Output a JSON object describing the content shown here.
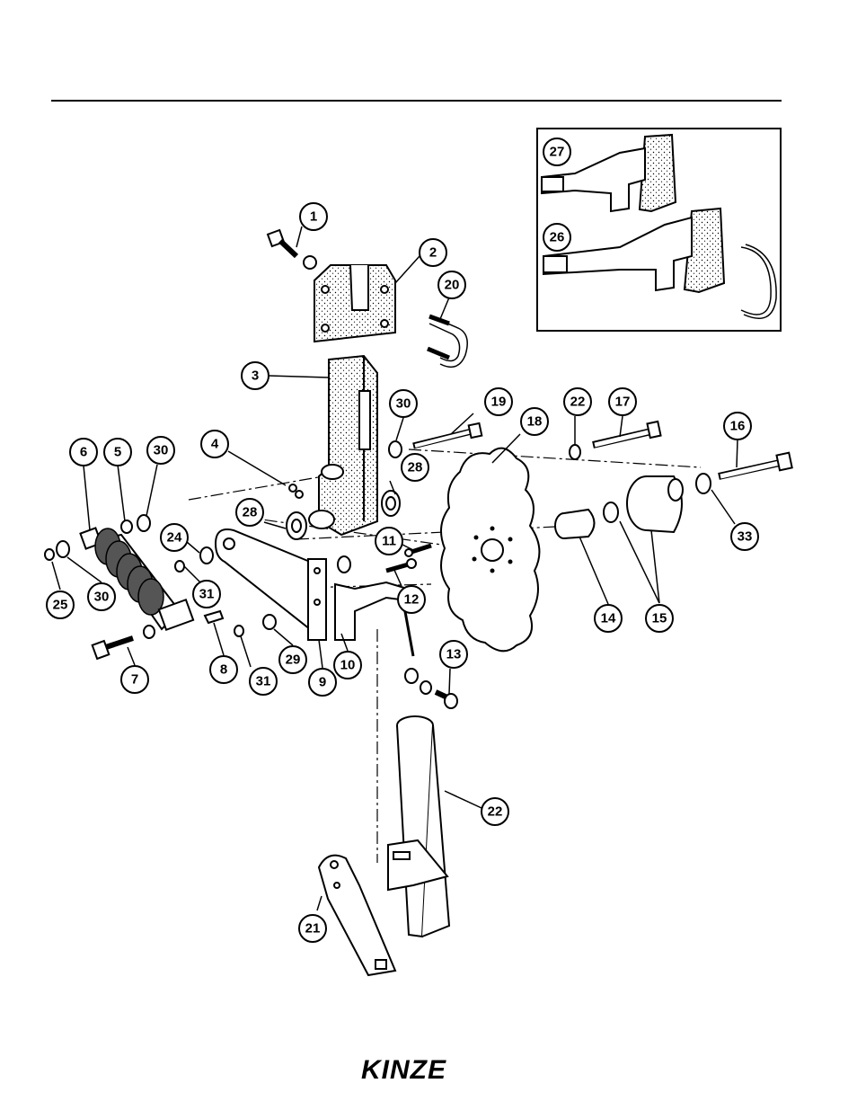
{
  "callouts": [
    {
      "id": "callout-1",
      "label": "1"
    },
    {
      "id": "callout-2",
      "label": "2"
    },
    {
      "id": "callout-3",
      "label": "3"
    },
    {
      "id": "callout-4",
      "label": "4"
    },
    {
      "id": "callout-5",
      "label": "5"
    },
    {
      "id": "callout-6",
      "label": "6"
    },
    {
      "id": "callout-7",
      "label": "7"
    },
    {
      "id": "callout-8",
      "label": "8"
    },
    {
      "id": "callout-9",
      "label": "9"
    },
    {
      "id": "callout-10",
      "label": "10"
    },
    {
      "id": "callout-11",
      "label": "11"
    },
    {
      "id": "callout-12",
      "label": "12"
    },
    {
      "id": "callout-13",
      "label": "13"
    },
    {
      "id": "callout-14",
      "label": "14"
    },
    {
      "id": "callout-15",
      "label": "15"
    },
    {
      "id": "callout-16",
      "label": "16"
    },
    {
      "id": "callout-17",
      "label": "17"
    },
    {
      "id": "callout-18",
      "label": "18"
    },
    {
      "id": "callout-19",
      "label": "19"
    },
    {
      "id": "callout-20",
      "label": "20"
    },
    {
      "id": "callout-21",
      "label": "21"
    },
    {
      "id": "callout-22a",
      "label": "22"
    },
    {
      "id": "callout-22b",
      "label": "22"
    },
    {
      "id": "callout-24",
      "label": "24"
    },
    {
      "id": "callout-25",
      "label": "25"
    },
    {
      "id": "callout-26",
      "label": "26"
    },
    {
      "id": "callout-27",
      "label": "27"
    },
    {
      "id": "callout-28a",
      "label": "28"
    },
    {
      "id": "callout-28b",
      "label": "28"
    },
    {
      "id": "callout-29",
      "label": "29"
    },
    {
      "id": "callout-30a",
      "label": "30"
    },
    {
      "id": "callout-30b",
      "label": "30"
    },
    {
      "id": "callout-30c",
      "label": "30"
    },
    {
      "id": "callout-31a",
      "label": "31"
    },
    {
      "id": "callout-31b",
      "label": "31"
    },
    {
      "id": "callout-33",
      "label": "33"
    }
  ],
  "footer": {
    "logo_text": "KINZE"
  }
}
